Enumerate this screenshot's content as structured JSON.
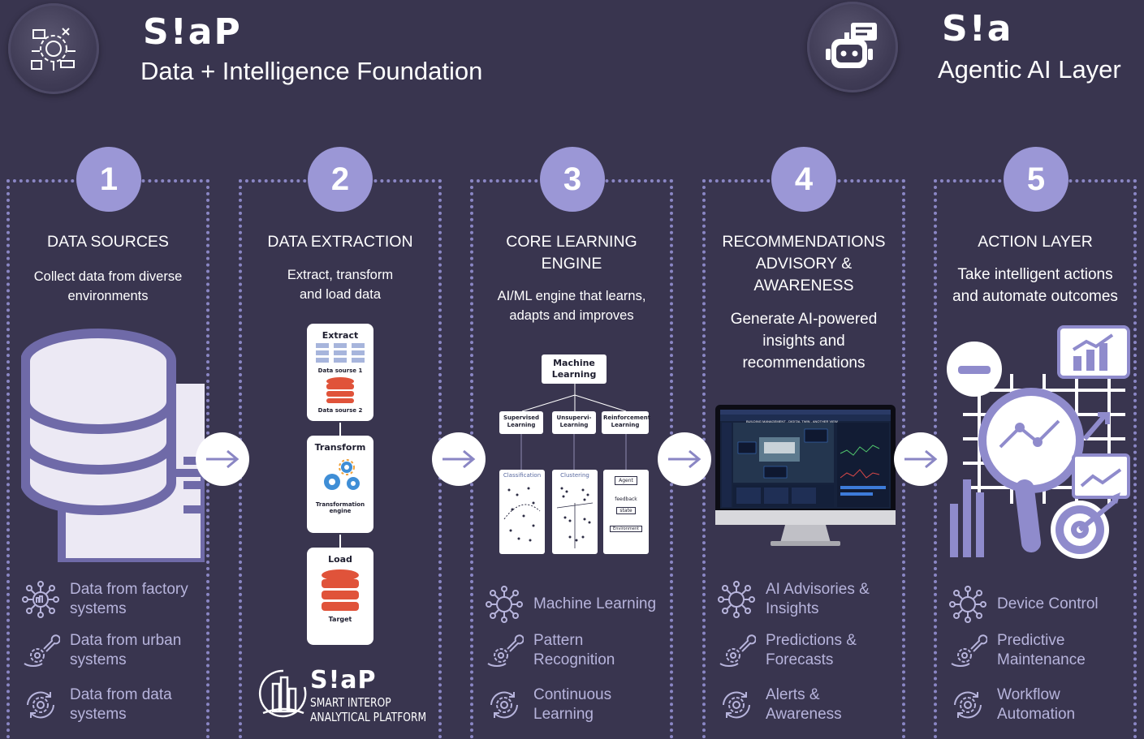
{
  "header": {
    "left": {
      "logo": "S!aP",
      "subtitle": "Data + Intelligence Foundation"
    },
    "right": {
      "logo": "S!a",
      "subtitle": "Agentic AI Layer"
    }
  },
  "steps": [
    {
      "number": "1",
      "title": "DATA SOURCES",
      "description": "Collect data from diverse environments",
      "features": [
        "Data from factory systems",
        "Data from urban systems",
        "Data from data systems"
      ]
    },
    {
      "number": "2",
      "title": "DATA EXTRACTION",
      "description": "Extract, transform and load data",
      "etl": {
        "extract": "Extract",
        "source1": "Data sourse 1",
        "source2": "Data sourse 2",
        "transform": "Transform",
        "engine": "Transformation engine",
        "load": "Load",
        "target": "Target"
      },
      "footer_logo": "S!aP",
      "footer_line1": "SMART INTEROP",
      "footer_line2": "ANALYTICAL PLATFORM"
    },
    {
      "number": "3",
      "title": "CORE LEARNING ENGINE",
      "description": "AI/ML engine that learns, adapts and improves",
      "ml": {
        "root": "Machine Learning",
        "supervised": "Supervised Learning",
        "unsupervised": "Unsupervi- Learning",
        "reinforcement": "Reinforcement Learning",
        "classification": "Classification",
        "clustering": "Clustering",
        "agent": "Agent",
        "feedback": "feedback",
        "state": "state",
        "environment": "Environment"
      },
      "features": [
        "Machine Learning",
        "Pattern Recognition",
        "Continuous Learning"
      ]
    },
    {
      "number": "4",
      "title": "RECOMMENDATIONS ADVISORY & AWARENESS",
      "description": "Generate AI-powered insights and recommendations",
      "monitor_title": "BUILDING MANAGEMENT - DIGITAL TWIN - ANOTHER VIEW",
      "features": [
        "AI Advisories & Insights",
        "Predictions & Forecasts",
        "Alerts & Awareness"
      ]
    },
    {
      "number": "5",
      "title": "ACTION LAYER",
      "description": "Take intelligent actions and automate outcomes",
      "features": [
        "Device Control",
        "Predictive Maintenance",
        "Workflow Automation"
      ]
    }
  ],
  "colors": {
    "background": "#39354f",
    "accent": "#9b97d6",
    "dotted_border": "#8a86c4",
    "feature_text": "#b7b4dc"
  },
  "icons": [
    "gear-network-icon",
    "robot-chat-icon",
    "network-hub-icon",
    "wrench-gear-icon",
    "gear-cycle-icon",
    "arrow-right-icon"
  ]
}
